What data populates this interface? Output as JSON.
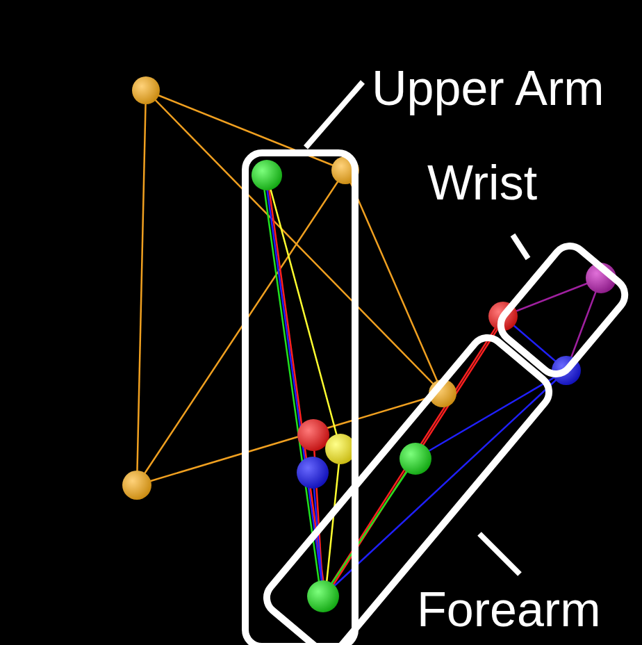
{
  "diagram": {
    "nodes": [
      {
        "text": [
          "Upper Arm"
        ]
      },
      {
        "text": [
          "Wrist"
        ]
      },
      {
        "text": [
          "Forearm"
        ]
      }
    ]
  }
}
